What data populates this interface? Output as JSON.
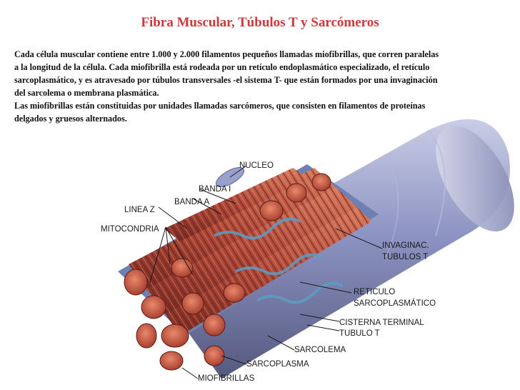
{
  "title": "Fibra Muscular, Túbulos T y Sarcómeros",
  "paragraph1": {
    "lines": [
      "Cada célula muscular contiene entre 1.000 y 2.000 filamentos pequeños llamadas miofibrillas, que corren paralelas",
      "a la longitud de la célula. Cada miofibrilla está rodeada por un  retículo endoplasmático especializado, el retículo",
      "sarcoplasmático, y es atravesado por túbulos transversales -el sistema T- que están formados por una invaginación",
      "del sarcolema o membrana plasmática."
    ]
  },
  "paragraph2": {
    "lines": [
      "Las miofibrillas están constituidas por unidades llamadas sarcómeros, que consisten en filamentos de proteínas",
      "delgados y gruesos alternados."
    ]
  },
  "labels": {
    "nucleo": "NUCLEO",
    "banda_i": "BANDA I",
    "banda_a": "BANDA A",
    "linea_z": "LINEA Z",
    "mitocondria": "MITOCONDRIA",
    "invaginac_1": "INVAGINAC.",
    "invaginac_2": "TUBULOS T",
    "reticulo_1": "RETICULO",
    "reticulo_2": "SARCOPLASMÁTICO",
    "cisterna": "CISTERNA TERMINAL",
    "tubulo": "TUBULO T",
    "sarcolema": "SARCOLEMA",
    "sarcoplasma": "SARCOPLASMA",
    "miofibrillas": "MIOFIBRILLAS"
  },
  "colors": {
    "title": "#cc3a3a",
    "fiber": "#b24a3a",
    "sarcolema": "#7d86b8",
    "reticulo": "#5a9ec4"
  }
}
